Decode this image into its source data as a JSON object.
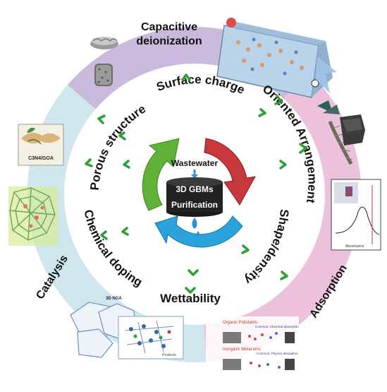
{
  "colors": {
    "top_sector": "#c9b9dc",
    "right_sector": "#ecc1dc",
    "left_sector": "#cfe6ec",
    "inner_ring": "#ffffff",
    "arrow_green": "#5fb235",
    "arrow_red": "#c8373b",
    "arrow_blue": "#2aa3dc",
    "chevron": "#2aa035",
    "text": "#111111"
  },
  "outer_sectors": {
    "top": "Capacitive deionization",
    "right": "Adsorption",
    "left": "Catalysis"
  },
  "inner_properties": {
    "top": "Surface charge",
    "upper_right": "Oriented Arrangement",
    "lower_right": "Shape/density",
    "bottom": "Wettability",
    "lower_left": "Chemical doping",
    "upper_left": "Porous structures"
  },
  "center": {
    "top": "Wastewater",
    "middle": "3D GBMs",
    "bottom": "Purification"
  },
  "image_labels": {
    "c3n4": "C3N4/GOA",
    "nga": "3D NGA",
    "products": "Products",
    "organic": "Organic Pollutants",
    "inorganic": "Inorganic Metal ions",
    "common_chem": "Common: Chemical absorption",
    "common_phys": "Common: Physics absorption",
    "absorbance": "Absorbance"
  },
  "icons": {
    "cdi_cell": "cdi-cell-illustration",
    "foam": "graphene-foam-icon",
    "sponge": "sponge-icon",
    "plant": "plant-specimen-icon",
    "aerogel": "aerogel-block-icon",
    "spectrum": "spectrum-chart-icon",
    "water_drop": "water-drop-icon"
  }
}
